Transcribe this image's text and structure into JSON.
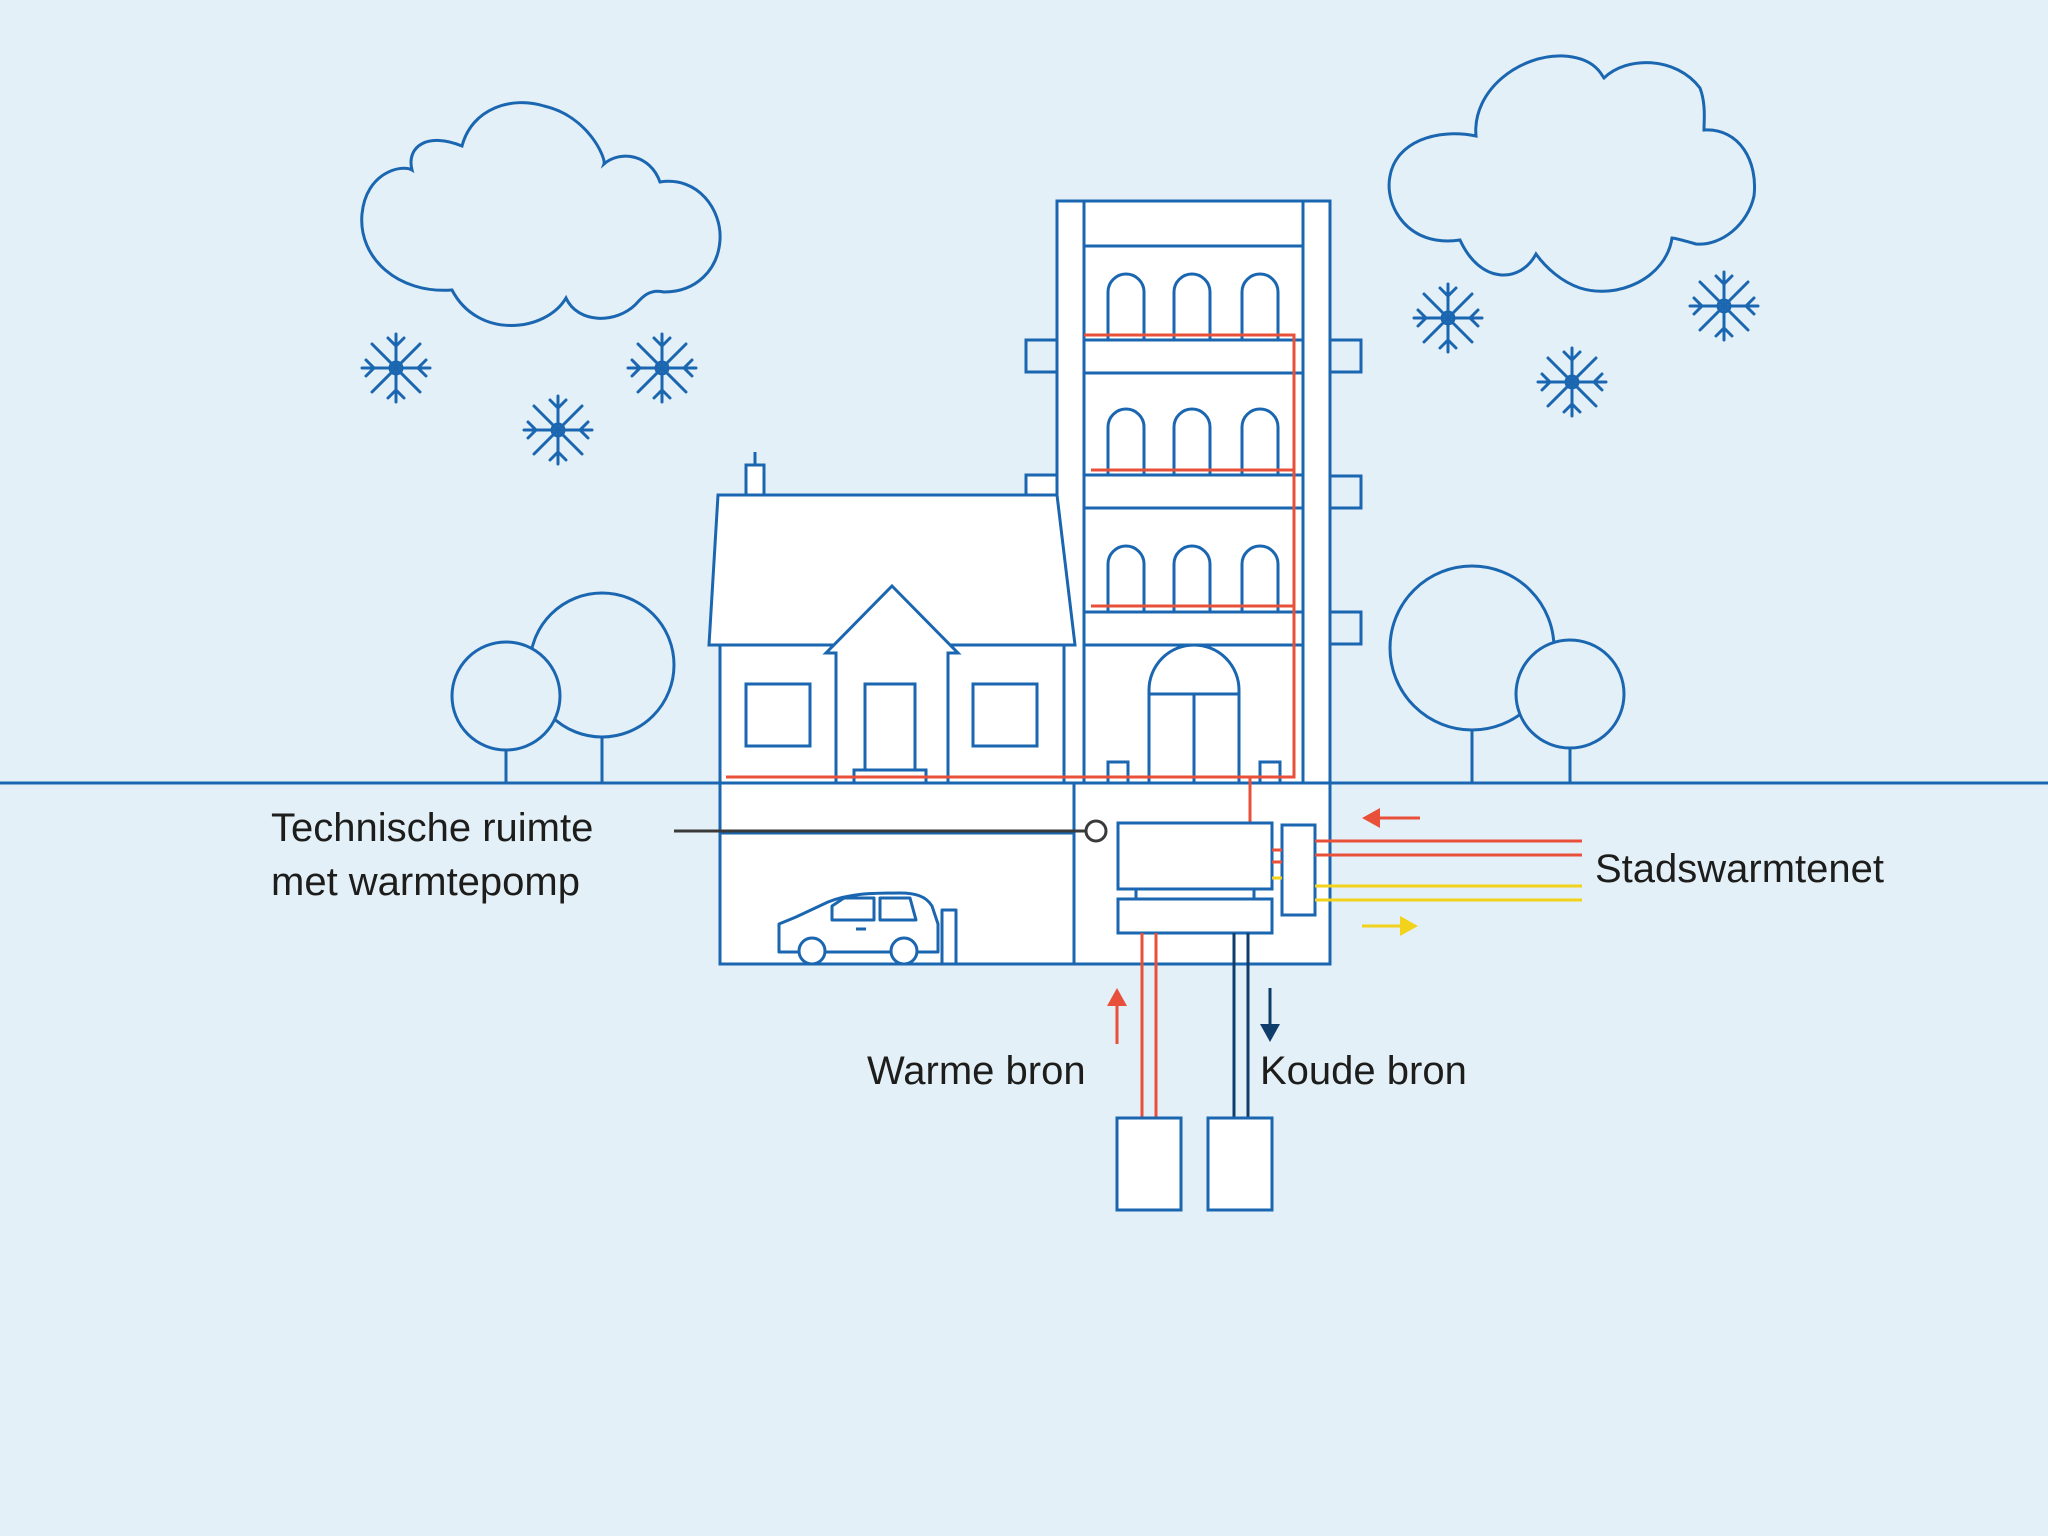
{
  "colors": {
    "background": "#e4f0f8",
    "outline": "#1a66b0",
    "warm_pipe": "#e8503a",
    "cold_pipe": "#0e3d6b",
    "return_pipe": "#f2d21a",
    "label_text": "#1d1d1b",
    "connector": "#3a3a3a"
  },
  "labels": {
    "technische_ruimte_line1": "Technische ruimte",
    "technische_ruimte_line2": "met warmtepomp",
    "stadswarmtenet": "Stadswarmtenet",
    "warme_bron": "Warme bron",
    "koude_bron": "Koude bron"
  },
  "icons": [
    "cloud-icon",
    "snowflake-icon",
    "tree-icon",
    "car-icon",
    "house-icon",
    "apartment-building-icon",
    "heat-pump-icon",
    "arrow-icon"
  ]
}
